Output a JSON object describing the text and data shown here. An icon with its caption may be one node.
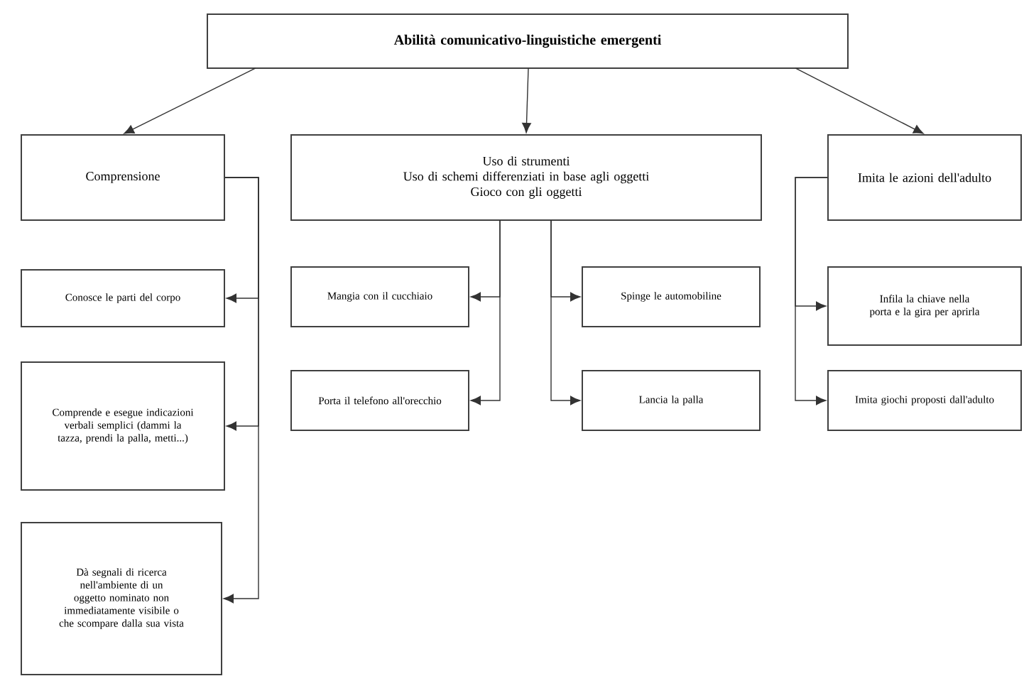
{
  "diagram": {
    "nodes": [
      {
        "text": [
          "Abilità comunicativo-linguistiche emergenti"
        ]
      },
      {
        "text": [
          "Comprensione"
        ]
      },
      {
        "text": [
          "Uso di strumenti",
          "Uso di schemi differenziati in base agli oggetti",
          "Gioco con gli oggetti"
        ]
      },
      {
        "text": [
          "Imita le azioni dell'adulto"
        ]
      },
      {
        "text": [
          "Conosce le parti del corpo"
        ]
      },
      {
        "text": [
          "Comprende e esegue indicazioni verbali semplici (dammi la tazza, prendi la palla, metti...)"
        ]
      },
      {
        "text": [
          "Dà segnali di ricerca nell'ambiente di un oggetto nominato non immediatamente visibile o che scompare dalla sua vista"
        ]
      },
      {
        "text": [
          "Mangia con il cucchiaio"
        ]
      },
      {
        "text": [
          "Porta il telefono all'orecchio"
        ]
      },
      {
        "text": [
          "Spinge le automobiline"
        ]
      },
      {
        "text": [
          "Lancia la palla"
        ]
      },
      {
        "text": [
          "Infila la chiave nella porta e la gira per aprirla"
        ]
      },
      {
        "text": [
          "Imita giochi proposti dall'adulto"
        ]
      }
    ],
    "edges": [
      {
        "from": 0,
        "to": 1,
        "arrow": "to"
      },
      {
        "from": 0,
        "to": 2,
        "arrow": "to"
      },
      {
        "from": 0,
        "to": 3,
        "arrow": "to"
      },
      {
        "from": 1,
        "to": 4,
        "arrow": "to"
      },
      {
        "from": 1,
        "to": 5,
        "arrow": "to"
      },
      {
        "from": 1,
        "to": 6,
        "arrow": "to"
      },
      {
        "from": 2,
        "to": 7,
        "arrow": "to"
      },
      {
        "from": 2,
        "to": 8,
        "arrow": "to"
      },
      {
        "from": 2,
        "to": 9,
        "arrow": "to"
      },
      {
        "from": 2,
        "to": 10,
        "arrow": "to"
      },
      {
        "from": 3,
        "to": 11,
        "arrow": "to"
      },
      {
        "from": 3,
        "to": 12,
        "arrow": "to"
      }
    ]
  }
}
